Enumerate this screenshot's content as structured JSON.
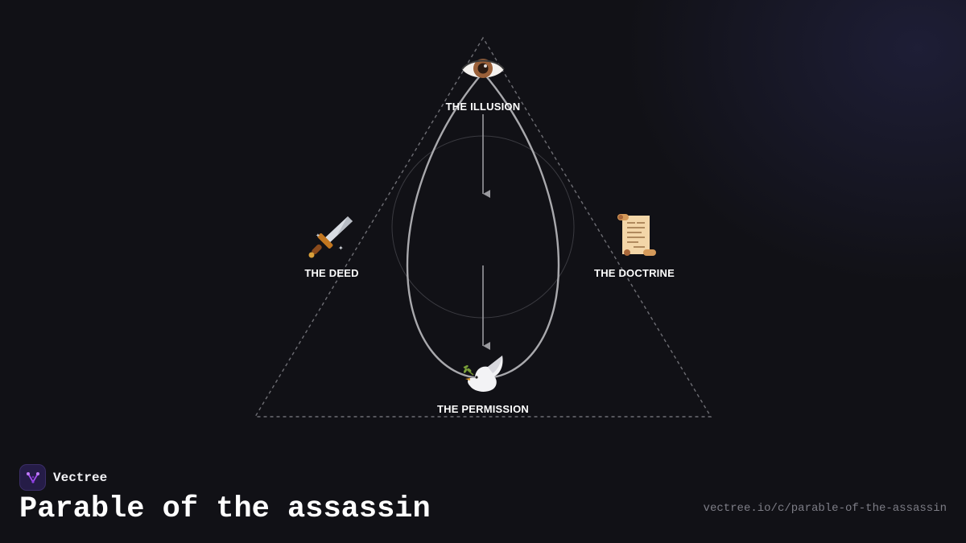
{
  "diagram": {
    "nodes": {
      "illusion": {
        "label": "THE ILLUSION",
        "icon": "eye-icon"
      },
      "deed": {
        "label": "THE DEED",
        "icon": "dagger-icon"
      },
      "doctrine": {
        "label": "THE DOCTRINE",
        "icon": "scroll-icon"
      },
      "permission": {
        "label": "THE PERMISSION",
        "icon": "dove-icon"
      }
    }
  },
  "footer": {
    "brand_name": "Vectree",
    "title": "Parable of the assassin",
    "url": "vectree.io/c/parable-of-the-assassin"
  },
  "colors": {
    "background": "#111116",
    "node_text": "#ffffff",
    "connector": "#9a9a9f",
    "url_text": "#7d7d86",
    "brand_accent": "#a24cf0"
  }
}
